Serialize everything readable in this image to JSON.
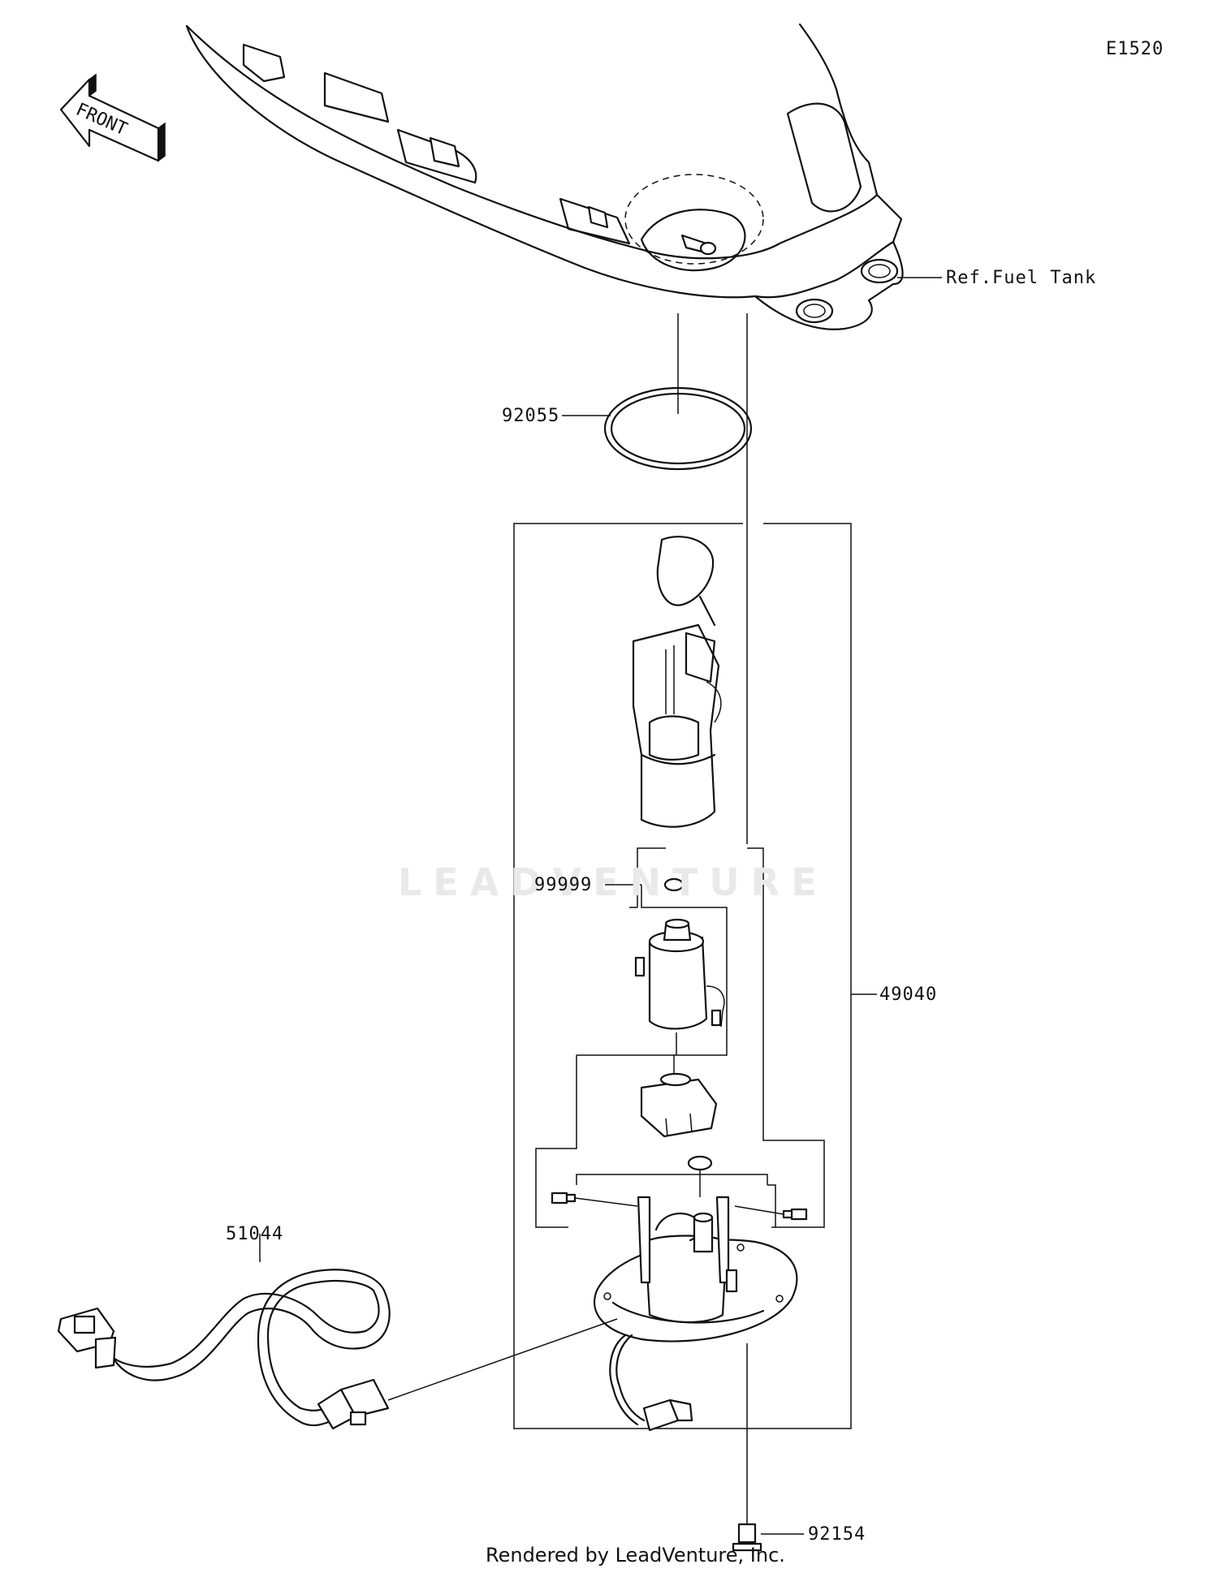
{
  "diagram_code": "E1520",
  "front_arrow_text": "FRONT",
  "watermark_text": "LEADVENTURE",
  "footer": "Rendered by LeadVenture, Inc.",
  "callouts": {
    "ref_fuel_tank": "Ref.Fuel Tank",
    "gasket": "92055",
    "fuel_pump_assy": "49040",
    "pump_seal": "99999",
    "harness": "51044",
    "bolt": "92154"
  }
}
